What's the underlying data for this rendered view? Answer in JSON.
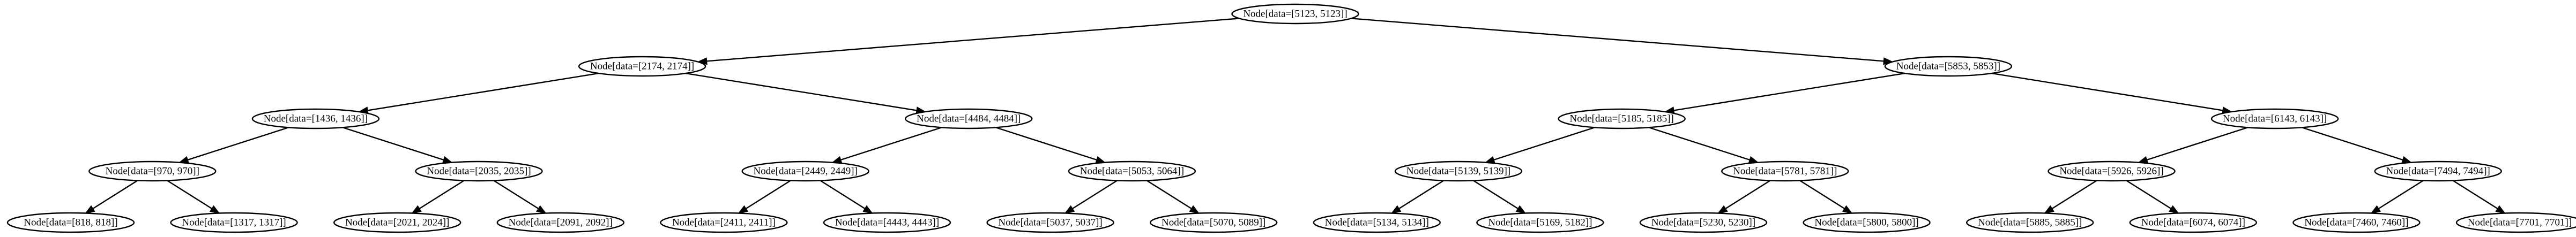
{
  "tree": {
    "nodes": [
      {
        "id": "n0",
        "label": "Node[data=[5123, 5123]]"
      },
      {
        "id": "n1",
        "label": "Node[data=[2174, 2174]]"
      },
      {
        "id": "n2",
        "label": "Node[data=[5853, 5853]]"
      },
      {
        "id": "n3",
        "label": "Node[data=[1436, 1436]]"
      },
      {
        "id": "n4",
        "label": "Node[data=[4484, 4484]]"
      },
      {
        "id": "n5",
        "label": "Node[data=[5185, 5185]]"
      },
      {
        "id": "n6",
        "label": "Node[data=[6143, 6143]]"
      },
      {
        "id": "n7",
        "label": "Node[data=[970, 970]]"
      },
      {
        "id": "n8",
        "label": "Node[data=[2035, 2035]]"
      },
      {
        "id": "n9",
        "label": "Node[data=[2449, 2449]]"
      },
      {
        "id": "n10",
        "label": "Node[data=[5053, 5064]]"
      },
      {
        "id": "n11",
        "label": "Node[data=[5139, 5139]]"
      },
      {
        "id": "n12",
        "label": "Node[data=[5781, 5781]]"
      },
      {
        "id": "n13",
        "label": "Node[data=[5926, 5926]]"
      },
      {
        "id": "n14",
        "label": "Node[data=[7494, 7494]]"
      },
      {
        "id": "n15",
        "label": "Node[data=[818, 818]]"
      },
      {
        "id": "n16",
        "label": "Node[data=[1317, 1317]]"
      },
      {
        "id": "n17",
        "label": "Node[data=[2021, 2024]]"
      },
      {
        "id": "n18",
        "label": "Node[data=[2091, 2092]]"
      },
      {
        "id": "n19",
        "label": "Node[data=[2411, 2411]]"
      },
      {
        "id": "n20",
        "label": "Node[data=[4443, 4443]]"
      },
      {
        "id": "n21",
        "label": "Node[data=[5037, 5037]]"
      },
      {
        "id": "n22",
        "label": "Node[data=[5070, 5089]]"
      },
      {
        "id": "n23",
        "label": "Node[data=[5134, 5134]]"
      },
      {
        "id": "n24",
        "label": "Node[data=[5169, 5182]]"
      },
      {
        "id": "n25",
        "label": "Node[data=[5230, 5230]]"
      },
      {
        "id": "n26",
        "label": "Node[data=[5800, 5800]]"
      },
      {
        "id": "n27",
        "label": "Node[data=[5885, 5885]]"
      },
      {
        "id": "n28",
        "label": "Node[data=[6074, 6074]]"
      },
      {
        "id": "n29",
        "label": "Node[data=[7460, 7460]]"
      },
      {
        "id": "n30",
        "label": "Node[data=[7701, 7701]]"
      }
    ],
    "edges": [
      [
        "n0",
        "n1"
      ],
      [
        "n0",
        "n2"
      ],
      [
        "n1",
        "n3"
      ],
      [
        "n1",
        "n4"
      ],
      [
        "n2",
        "n5"
      ],
      [
        "n2",
        "n6"
      ],
      [
        "n3",
        "n7"
      ],
      [
        "n3",
        "n8"
      ],
      [
        "n4",
        "n9"
      ],
      [
        "n4",
        "n10"
      ],
      [
        "n5",
        "n11"
      ],
      [
        "n5",
        "n12"
      ],
      [
        "n6",
        "n13"
      ],
      [
        "n6",
        "n14"
      ],
      [
        "n7",
        "n15"
      ],
      [
        "n7",
        "n16"
      ],
      [
        "n8",
        "n17"
      ],
      [
        "n8",
        "n18"
      ],
      [
        "n9",
        "n19"
      ],
      [
        "n9",
        "n20"
      ],
      [
        "n10",
        "n21"
      ],
      [
        "n10",
        "n22"
      ],
      [
        "n11",
        "n23"
      ],
      [
        "n11",
        "n24"
      ],
      [
        "n12",
        "n25"
      ],
      [
        "n12",
        "n26"
      ],
      [
        "n13",
        "n27"
      ],
      [
        "n13",
        "n28"
      ],
      [
        "n14",
        "n29"
      ],
      [
        "n14",
        "n30"
      ]
    ]
  }
}
